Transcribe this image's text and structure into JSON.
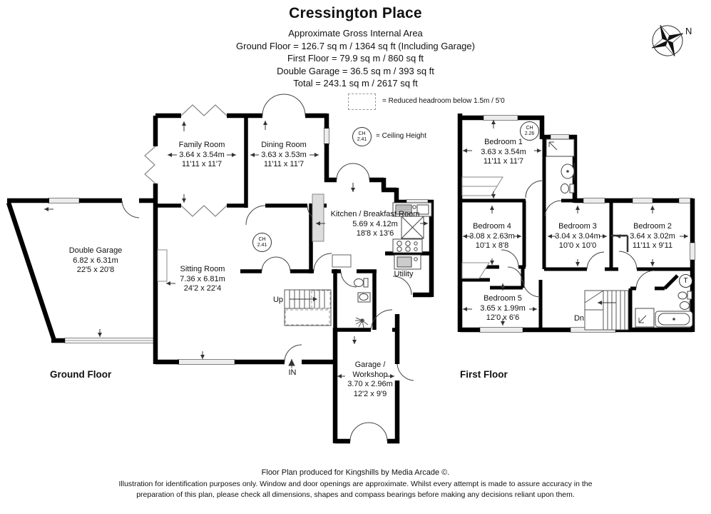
{
  "header": {
    "title": "Cressington Place",
    "area_lines": {
      "l0": "Approximate Gross Internal Area",
      "l1": "Ground Floor = 126.7 sq m / 1364 sq ft (Including Garage)",
      "l2": "First Floor = 79.9 sq m / 860 sq ft",
      "l3": "Double Garage = 36.5 sq m / 393 sq ft",
      "l4": "Total = 243.1 sq m / 2617 sq ft"
    }
  },
  "legend": {
    "reduced_headroom_label": "= Reduced headroom below 1.5m / 5'0",
    "ceiling_height_label": "= Ceiling Height",
    "ceiling_height_abbr": "CH",
    "ceiling_height_value": "2.41"
  },
  "compass": {
    "north": "N"
  },
  "ground_floor": {
    "title": "Ground Floor",
    "ceiling_height": {
      "abbr": "CH",
      "value": "2.41"
    },
    "rooms": {
      "family_room": {
        "lines": [
          "Family Room",
          "3.64 x 3.54m",
          "11'11 x 11'7"
        ]
      },
      "dining_room": {
        "lines": [
          "Dining Room",
          "3.63 x 3.53m",
          "11'11 x 11'7"
        ]
      },
      "kitchen": {
        "lines": [
          "Kitchen / Breakfast Room",
          "5.69 x 4.12m",
          "18'8 x 13'6"
        ]
      },
      "double_garage": {
        "lines": [
          "Double Garage",
          "6.82 x 6.31m",
          "22'5 x 20'8"
        ]
      },
      "sitting_room": {
        "lines": [
          "Sitting Room",
          "7.36 x 6.81m",
          "24'2 x 22'4"
        ]
      },
      "utility": {
        "lines": [
          "Utility"
        ]
      },
      "garage_workshop": {
        "lines": [
          "Garage /",
          "Workshop",
          "3.70 x 2.96m",
          "12'2 x 9'9"
        ]
      }
    },
    "annotations": {
      "up": "Up",
      "entrance": "IN"
    }
  },
  "first_floor": {
    "title": "First Floor",
    "ceiling_height": {
      "abbr": "CH",
      "value": "2.26"
    },
    "rooms": {
      "bedroom_1": {
        "lines": [
          "Bedroom 1",
          "3.63 x 3.54m",
          "11'11 x 11'7"
        ]
      },
      "bedroom_2": {
        "lines": [
          "Bedroom 2",
          "3.64 x 3.02m",
          "11'11 x 9'11"
        ]
      },
      "bedroom_3": {
        "lines": [
          "Bedroom 3",
          "3.04 x 3.04m",
          "10'0 x 10'0"
        ]
      },
      "bedroom_4": {
        "lines": [
          "Bedroom 4",
          "3.08 x 2.63m",
          "10'1 x 8'8"
        ]
      },
      "bedroom_5": {
        "lines": [
          "Bedroom 5",
          "3.65 x 1.99m",
          "12'0 x 6'6"
        ]
      }
    },
    "annotations": {
      "down": "Dn",
      "tank": "T"
    }
  },
  "footer": {
    "line1": "Floor Plan produced for Kingshills by Media Arcade ©.",
    "line2": "Illustration for identification purposes only. Window and door openings are approximate. Whilst every attempt is made to assure accuracy in the",
    "line3": "preparation of this plan, please check all dimensions, shapes and compass bearings before making any decisions reliant upon them."
  },
  "colors": {
    "wall": "#000000",
    "line": "#3a3a3a",
    "window_fill": "#ececec",
    "dashed": "#9a9a9a"
  }
}
